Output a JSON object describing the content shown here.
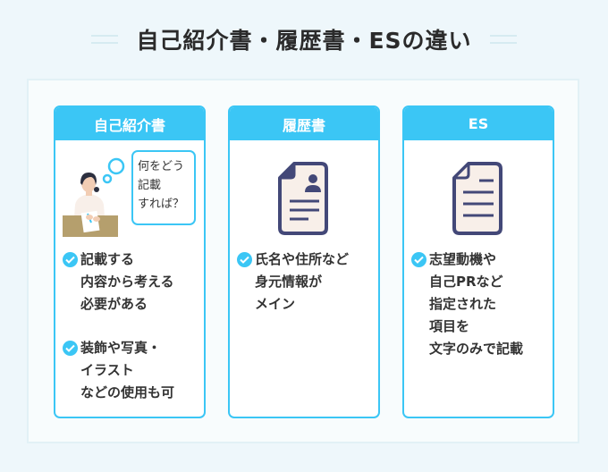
{
  "title": "自己紹介書・履歴書・ESの違い",
  "colors": {
    "accent": "#3bc6f5",
    "icon_stroke": "#434878",
    "icon_fill": "#f8efe9",
    "background": "#eef7fb"
  },
  "cards": [
    {
      "header": "自己紹介書",
      "illustration": "person-thinking-writing",
      "bubble_text": "何をどう\n記載\nすれば？",
      "items": [
        "記載する\n内容から考える\n必要がある",
        "装飾や写真・\nイラスト\nなどの使用も可"
      ]
    },
    {
      "header": "履歴書",
      "illustration": "resume-document-icon",
      "items": [
        "氏名や住所など\n身元情報が\nメイン"
      ]
    },
    {
      "header": "ES",
      "illustration": "document-lines-icon",
      "items": [
        "志望動機や\n自己PRなど\n指定された\n項目を\n文字のみで記載"
      ]
    }
  ]
}
